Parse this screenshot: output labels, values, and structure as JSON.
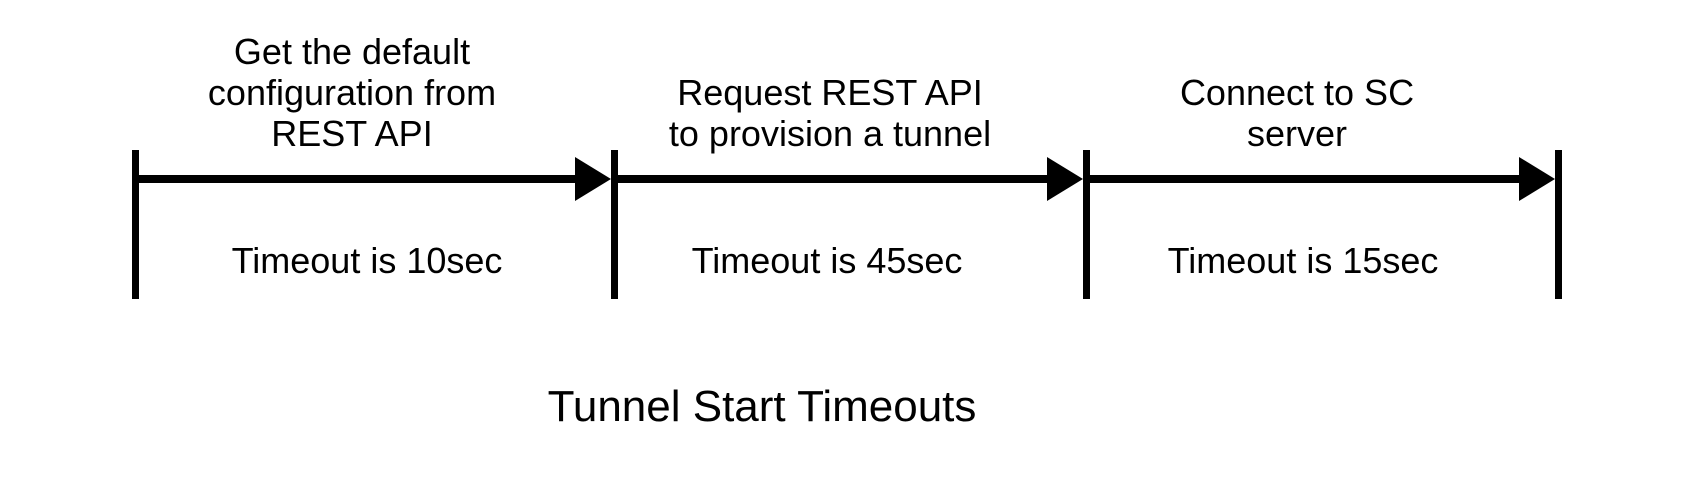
{
  "diagram": {
    "title": "Tunnel Start Timeouts",
    "colors": {
      "line": "#000000",
      "text": "#000000",
      "background": "#ffffff"
    },
    "phases": [
      {
        "label": "Get the default\nconfiguration from\nREST API",
        "timeout": "Timeout is 10sec"
      },
      {
        "label": "Request REST API\nto provision a tunnel",
        "timeout": "Timeout is 45sec"
      },
      {
        "label": "Connect to SC\nserver",
        "timeout": "Timeout is 15sec"
      }
    ]
  }
}
